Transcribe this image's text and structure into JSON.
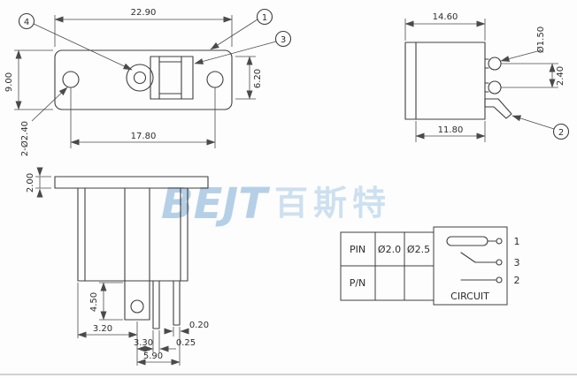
{
  "watermark": {
    "latin": "BEJT",
    "cjk": "百斯特",
    "latin_color": "#a9c9e3",
    "cjk_color": "#c2d9ee"
  },
  "top_view": {
    "dim_overall_width": "22.90",
    "dim_overall_height": "9.00",
    "dim_body_height": "6.20",
    "dim_hole_spacing": "17.80",
    "dim_mounting_holes": "2-Ø2.40",
    "balloon_1": "1",
    "balloon_3": "3",
    "balloon_4": "4"
  },
  "side_view": {
    "dim_overall_width": "14.60",
    "dim_pin_diameter": "Ø1.50",
    "dim_pin_pitch": "2.40",
    "dim_body_width": "11.80",
    "balloon_2": "2"
  },
  "front_view": {
    "dim_flange_thickness": "2.00",
    "dim_shaft_length": "4.50",
    "dim_pin_offset_a": "3.20",
    "dim_pin_thickness_a": "0.20",
    "dim_pin_offset_b": "3.30",
    "dim_pin_thickness_b": "0.25",
    "dim_pin_offset_c": "5.90"
  },
  "spec_table": {
    "row_pin_label": "PIN",
    "row_pin_value_1": "Ø2.0",
    "row_pin_value_2": "Ø2.5",
    "row_pn_label": "P/N",
    "circuit_title": "CIRCUIT",
    "circuit_pin_top": "1",
    "circuit_pin_middle": "3",
    "circuit_pin_bottom": "2"
  }
}
